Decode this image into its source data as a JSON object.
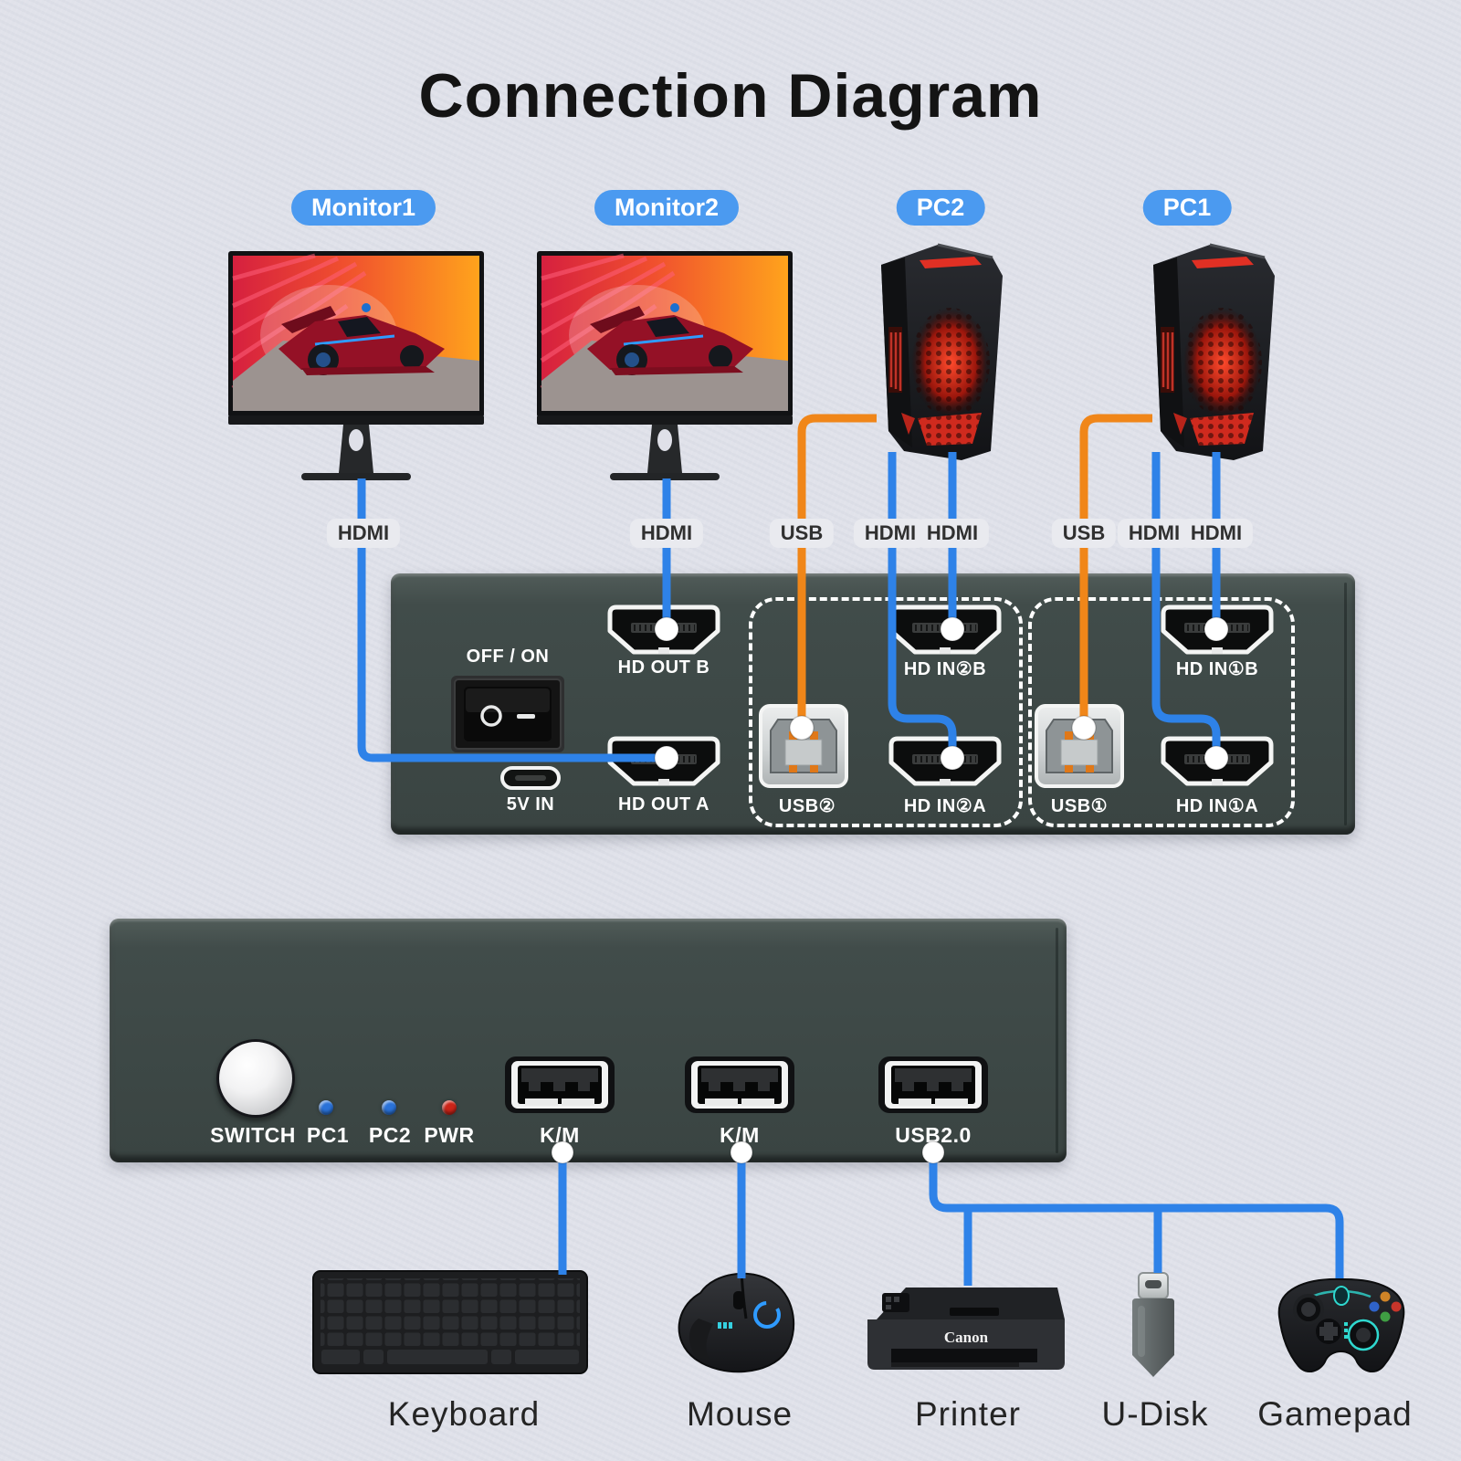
{
  "title": "Connection Diagram",
  "source_labels": {
    "monitor1": "Monitor1",
    "monitor2": "Monitor2",
    "pc2": "PC2",
    "pc1": "PC1"
  },
  "cable_labels": [
    "HDMI",
    "HDMI",
    "USB",
    "HDMI",
    "HDMI",
    "USB",
    "HDMI",
    "HDMI"
  ],
  "rear_panel": {
    "power_label": "OFF / ON",
    "power_in": "5V IN",
    "hd_out_b": "HD OUT B",
    "hd_out_a": "HD OUT A",
    "usb_2": "USB②",
    "hd_in_2b": "HD IN②B",
    "hd_in_2a": "HD IN②A",
    "usb_1": "USB①",
    "hd_in_1b": "HD IN①B",
    "hd_in_1a": "HD IN①A"
  },
  "front_panel": {
    "switch": "SWITCH",
    "led_pc1": "PC1",
    "led_pc2": "PC2",
    "led_pwr": "PWR",
    "km_1": "K/M",
    "km_2": "K/M",
    "usb20": "USB2.0"
  },
  "peripherals": {
    "keyboard": "Keyboard",
    "mouse": "Mouse",
    "printer": "Printer",
    "udisk": "U-Disk",
    "gamepad": "Gamepad",
    "printer_brand": "Canon"
  },
  "colors": {
    "cable_blue": "#2e82e8",
    "cable_orange": "#f08619",
    "label_pill_blue": "#4b9af0",
    "panel_dark": "#3e4947",
    "led_blue": "#2a72d8",
    "led_red": "#cc2418",
    "background": "#e0e2ea"
  }
}
